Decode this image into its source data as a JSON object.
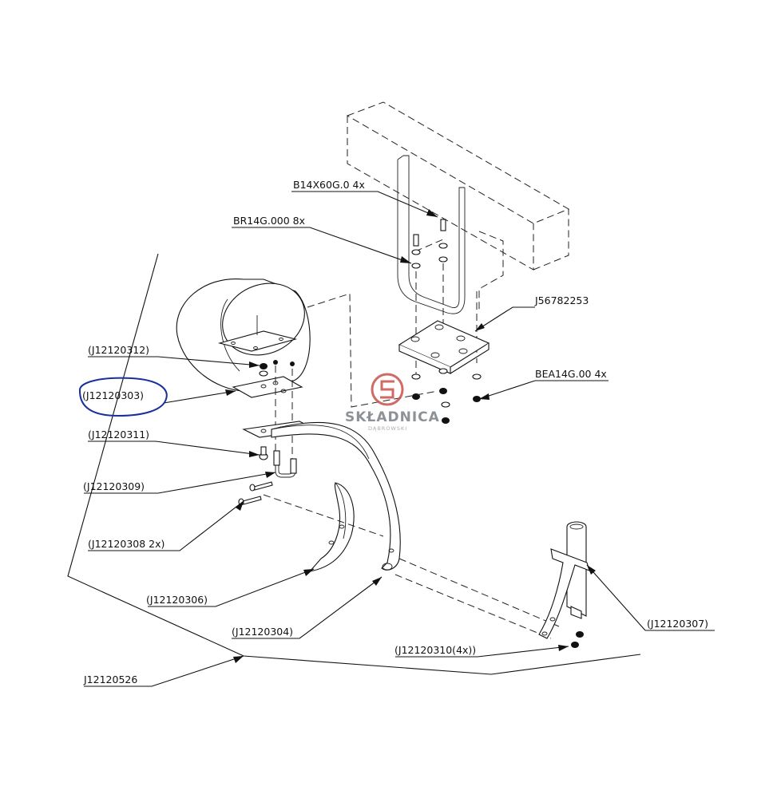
{
  "labels": {
    "b14x60": "B14X60G.0  4x",
    "br14": "BR14G.000  8x",
    "j56782253": "J56782253",
    "bea14": "BEA14G.00  4x",
    "j12120312": "(J12120312)",
    "j12120303": "(J12120303)",
    "j12120311": "(J12120311)",
    "j12120309": "(J12120309)",
    "j12120308": "(J12120308  2x)",
    "j12120306": "(J12120306)",
    "j12120304": "(J12120304)",
    "j12120310": "(J12120310(4x))",
    "j12120307": "(J12120307)",
    "j12120526": "J12120526"
  },
  "watermark": {
    "brand": "SKŁADNICA",
    "sub": "DĄBROWSKI"
  },
  "colors": {
    "highlight_circle": "#1a2f9c",
    "watermark_red": "#c9504a",
    "watermark_gray": "#7a7f86"
  }
}
